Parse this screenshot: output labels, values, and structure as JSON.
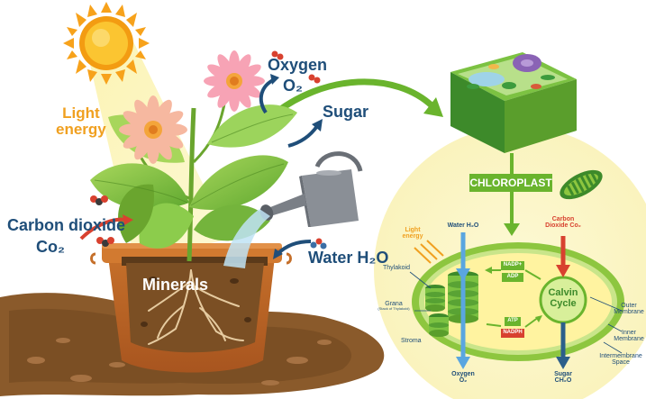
{
  "labels": {
    "light_energy_line1": "Light",
    "light_energy_line2": "energy",
    "oxygen": "Oxygen",
    "oxygen_formula": "O₂",
    "sugar": "Sugar",
    "carbon_dioxide": "Carbon dioxide",
    "co2": "Co₂",
    "water": "Water H₂O",
    "minerals": "Minerals",
    "chloroplast": "CHLOROPLAST"
  },
  "chloroplast_diagram": {
    "water_in": "Water H₂O",
    "light_energy_line1": "Light",
    "light_energy_line2": "energy",
    "co2_line1": "Carbon",
    "co2_line2": "Dioxide Co₂",
    "thylakoid": "Thylakoid",
    "grana": "Grana",
    "grana_sub": "(Stack of Thylakoid)",
    "stroma": "Stroma",
    "nadp": "NADP+",
    "adp": "ADP",
    "atp": "ATP",
    "nadph": "NADPH",
    "calvin_line1": "Calvin",
    "calvin_line2": "Cycle",
    "outer_membrane_line1": "Outer",
    "outer_membrane_line2": "Membrane",
    "inner_membrane_line1": "Inner",
    "inner_membrane_line2": "Membrane",
    "intermembrane_line1": "Intermembrane",
    "intermembrane_line2": "Space",
    "oxygen_out_line1": "Oxygen",
    "oxygen_out_line2": "O₂",
    "sugar_out_line1": "Sugar",
    "sugar_out_line2": "CH₂O"
  },
  "colors": {
    "label_blue": "#1f4e79",
    "label_orange": "#f0a020",
    "leaf_green": "#7cc242",
    "arrow_green": "#6ab42d",
    "chloroplast_outer": "#8dc63f",
    "stroma_yellow": "#fff3a0",
    "glow_yellow": "#fbf6c8",
    "soil_brown": "#8a5a2b",
    "pot_orange": "#c8702a",
    "sun_orange": "#f7a21b"
  },
  "icons": [
    "sun-icon",
    "watering-can-icon",
    "plant-cell-icon",
    "chloroplast-icon",
    "molecule-icon"
  ]
}
